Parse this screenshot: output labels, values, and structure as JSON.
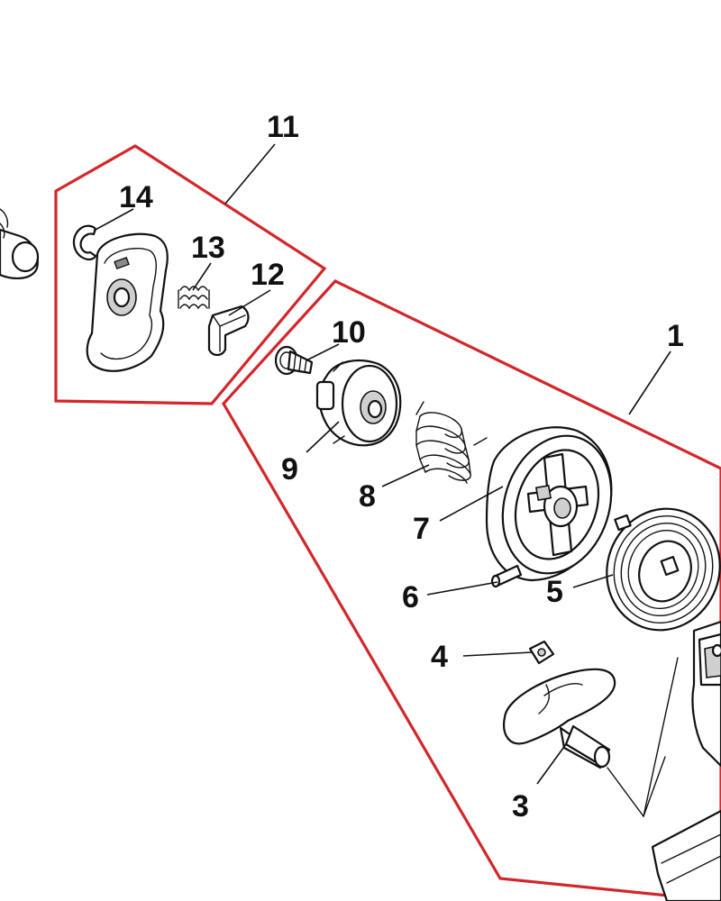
{
  "callouts": {
    "c1": "1",
    "c3": "3",
    "c4": "4",
    "c5": "5",
    "c6": "6",
    "c7": "7",
    "c8": "8",
    "c9": "9",
    "c10": "10",
    "c11": "11",
    "c12": "12",
    "c13": "13",
    "c14": "14"
  },
  "colors": {
    "group_outline": "#d3262b",
    "line_art": "#111111"
  }
}
